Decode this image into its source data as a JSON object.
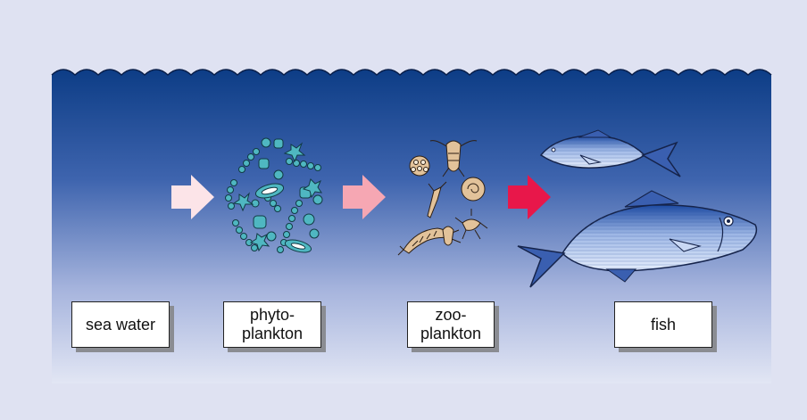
{
  "diagram": {
    "stages": [
      {
        "id": "sea-water",
        "lines": [
          "sea water"
        ]
      },
      {
        "id": "phytoplankton",
        "lines": [
          "phyto-",
          "plankton"
        ]
      },
      {
        "id": "zooplankton",
        "lines": [
          "zoo-",
          "plankton"
        ]
      },
      {
        "id": "fish",
        "lines": [
          "fish"
        ]
      }
    ],
    "arrows": [
      {
        "from": "sea water",
        "to": "phytoplankton",
        "color": "#fce4e8"
      },
      {
        "from": "phytoplankton",
        "to": "zooplankton",
        "color": "#f6a7b3"
      },
      {
        "from": "zooplankton",
        "to": "fish",
        "color": "#e8174a"
      }
    ],
    "colors": {
      "background": "#dfe2f2",
      "water_top": "#0d3d86",
      "water_bottom": "#e2e6f4",
      "plankton": "#4fb7c1",
      "fish": "#9fb8e6"
    }
  }
}
